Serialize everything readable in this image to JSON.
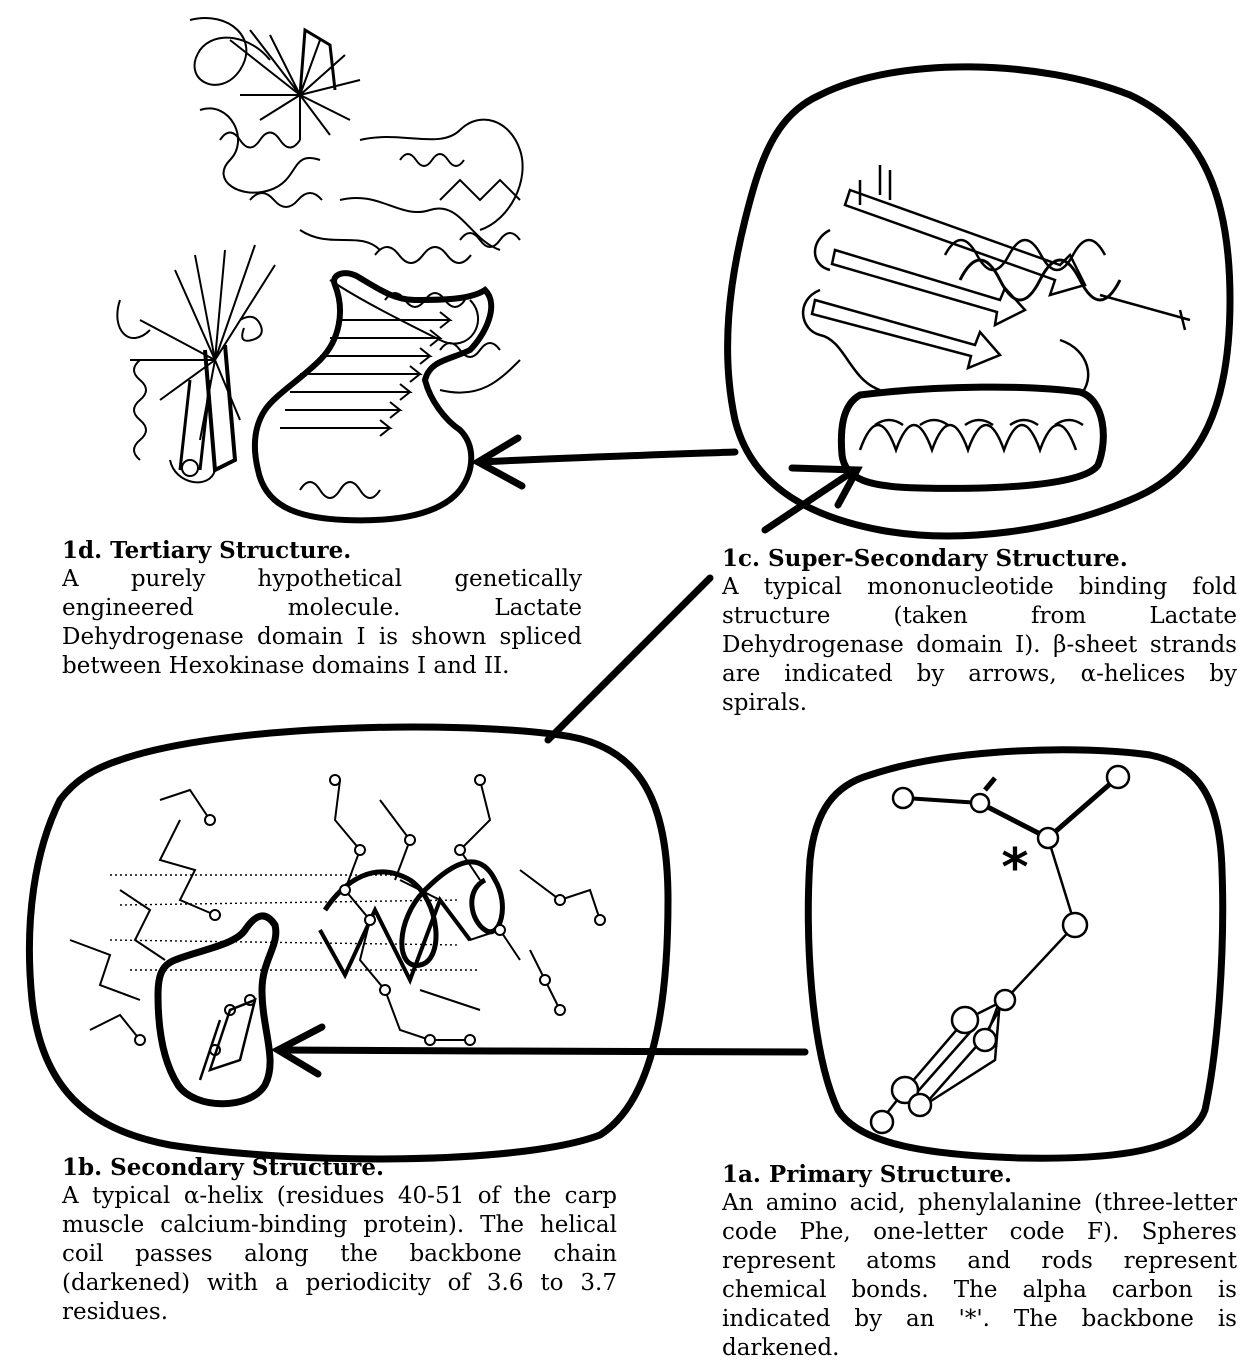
{
  "panels": {
    "d": {
      "title": "1d. Tertiary Structure.",
      "body": "A purely hypothetical genetically engineered molecule. Lactate Dehydrogenase domain I is shown spliced between Hexokinase domains I and II."
    },
    "c": {
      "title": "1c. Super-Secondary Structure.",
      "body": "A typical mononucleotide binding fold structure (taken from Lactate Dehydrogenase domain I). β-sheet strands are indicated by arrows, α-helices by spirals."
    },
    "b": {
      "title": "1b. Secondary Structure.",
      "body": "A typical α-helix (residues 40-51 of the carp muscle calcium-binding protein). The helical coil passes along the backbone chain (darkened) with a periodicity of 3.6 to 3.7 residues."
    },
    "a": {
      "title": "1a. Primary Structure.",
      "body": "An amino acid, phenylalanine (three-letter code Phe, one-letter code F). Spheres represent atoms and rods represent chemical bonds. The alpha carbon is indicated by an '*'. The backbone is darkened."
    }
  },
  "alpha_carbon_marker": "*"
}
